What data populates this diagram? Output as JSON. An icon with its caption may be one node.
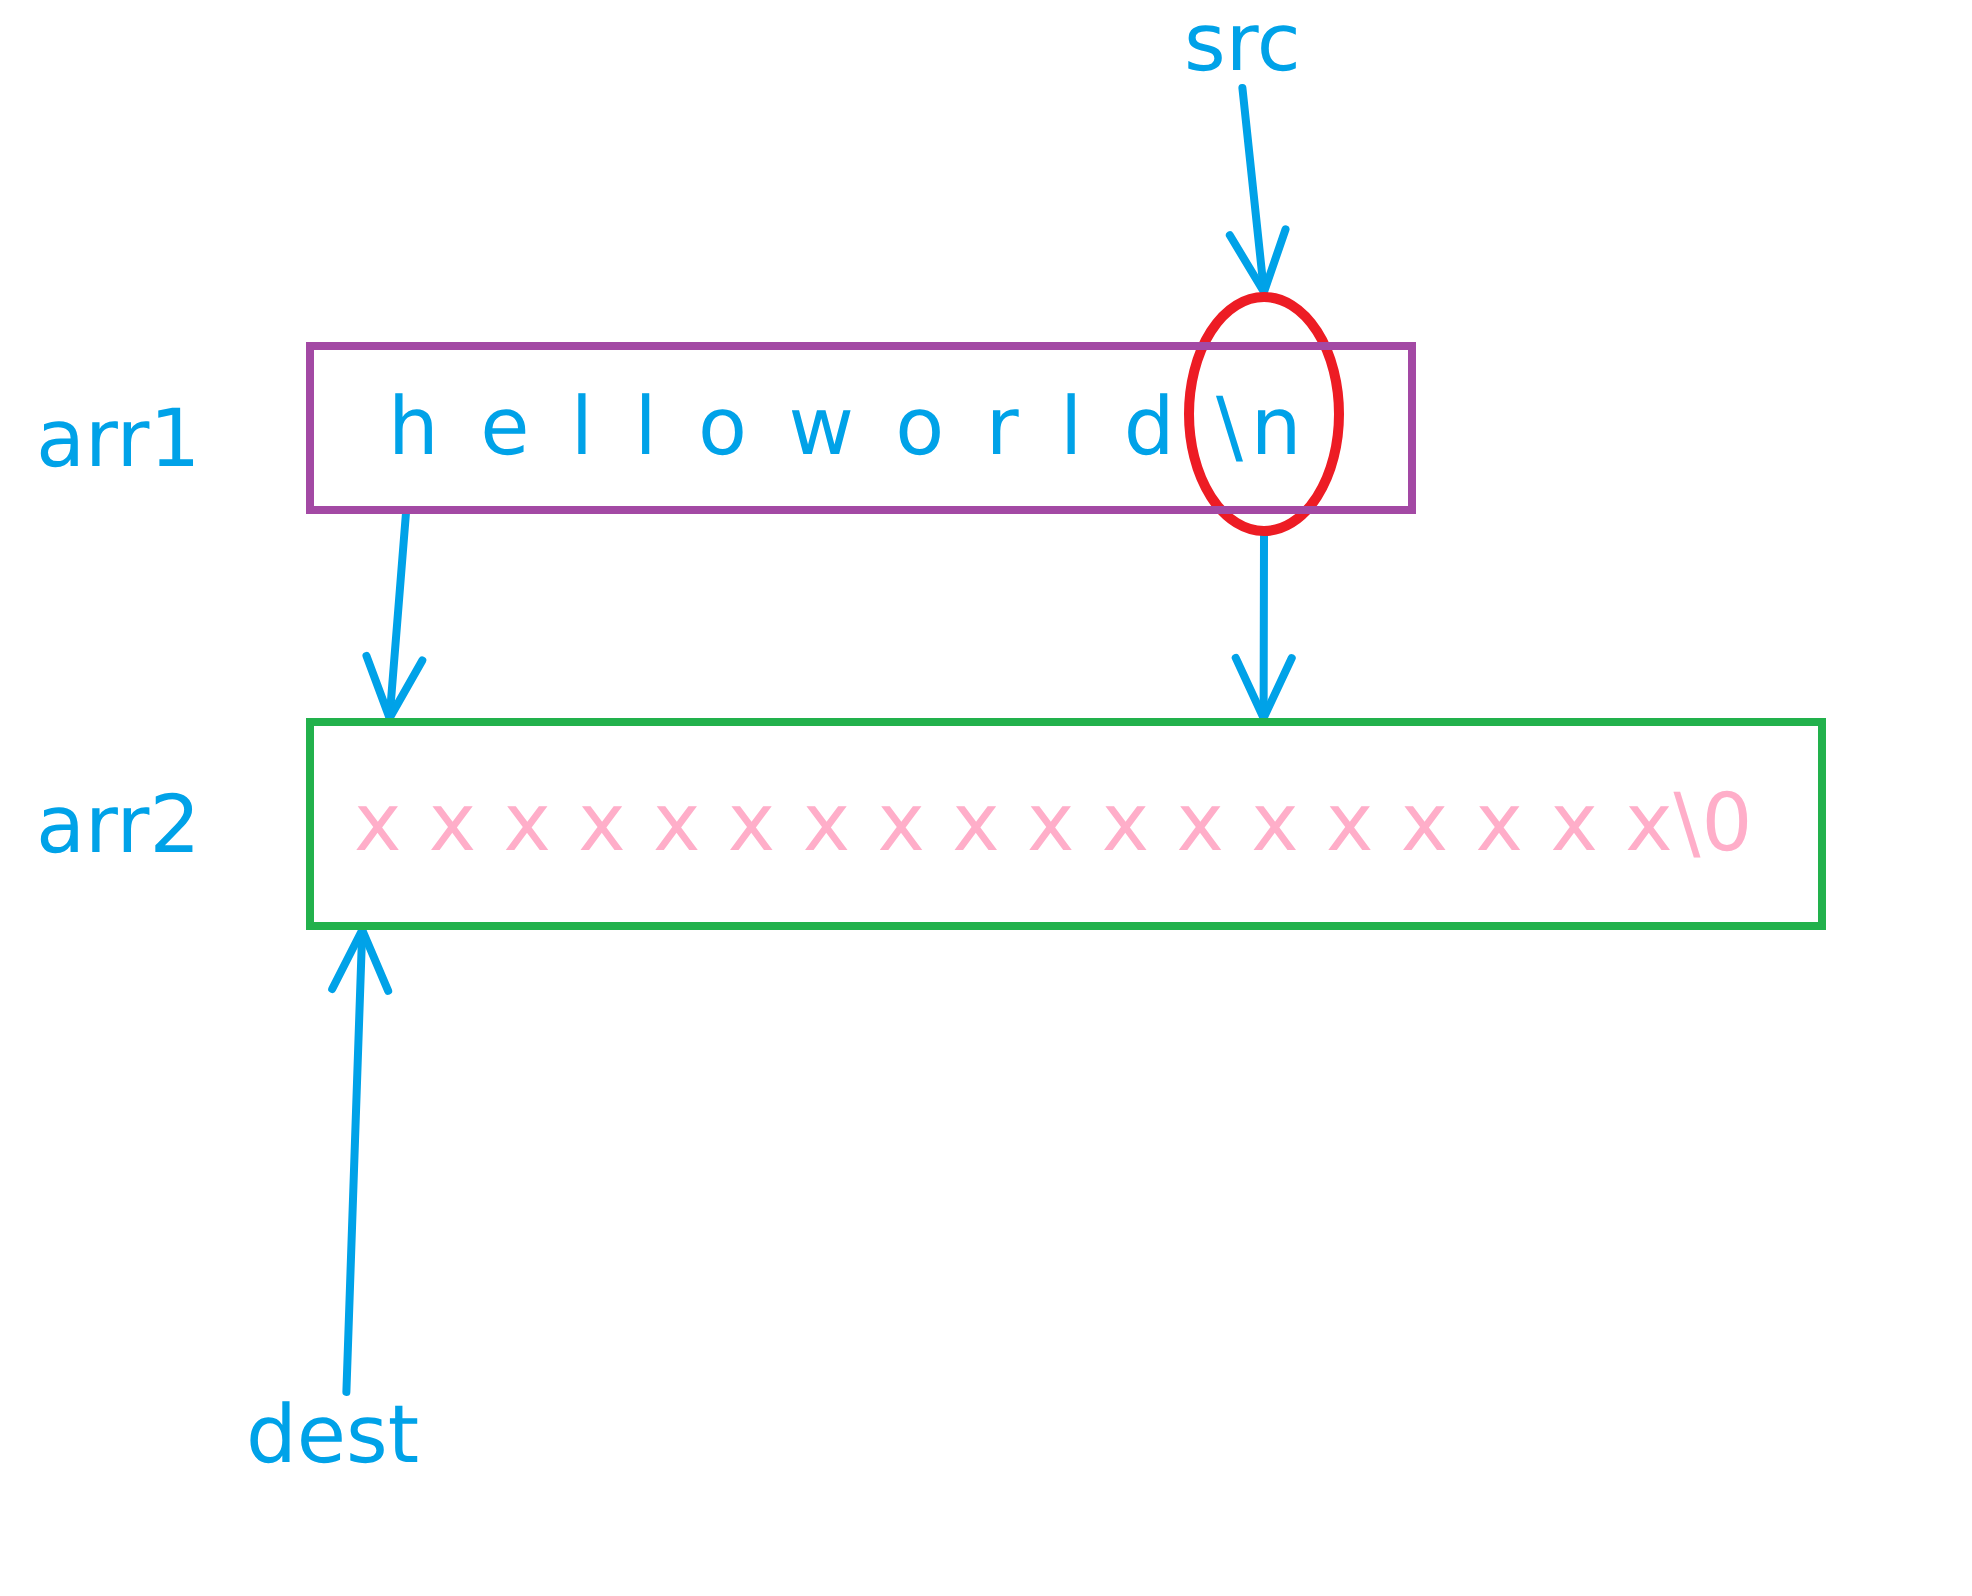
{
  "diagram": {
    "nodes": [
      {
        "text": [
          "src"
        ]
      },
      {
        "text": [
          "h e l l o w o r l d \\n"
        ],
        "beside": [
          "arr1"
        ]
      },
      {
        "text": [],
        "shape": "circle"
      },
      {
        "text": [
          "x x x x x x x x x x x x x x x x x x\\0"
        ],
        "beside": [
          "arr2"
        ]
      },
      {
        "text": [
          "dest"
        ]
      }
    ],
    "edges": [
      {
        "from": 0,
        "to": 2,
        "arrow": "to"
      },
      {
        "from": 1,
        "to": 3,
        "arrow": "to"
      },
      {
        "from": 2,
        "to": 3,
        "arrow": "to"
      },
      {
        "from": 4,
        "to": 3,
        "arrow": "to"
      }
    ]
  }
}
